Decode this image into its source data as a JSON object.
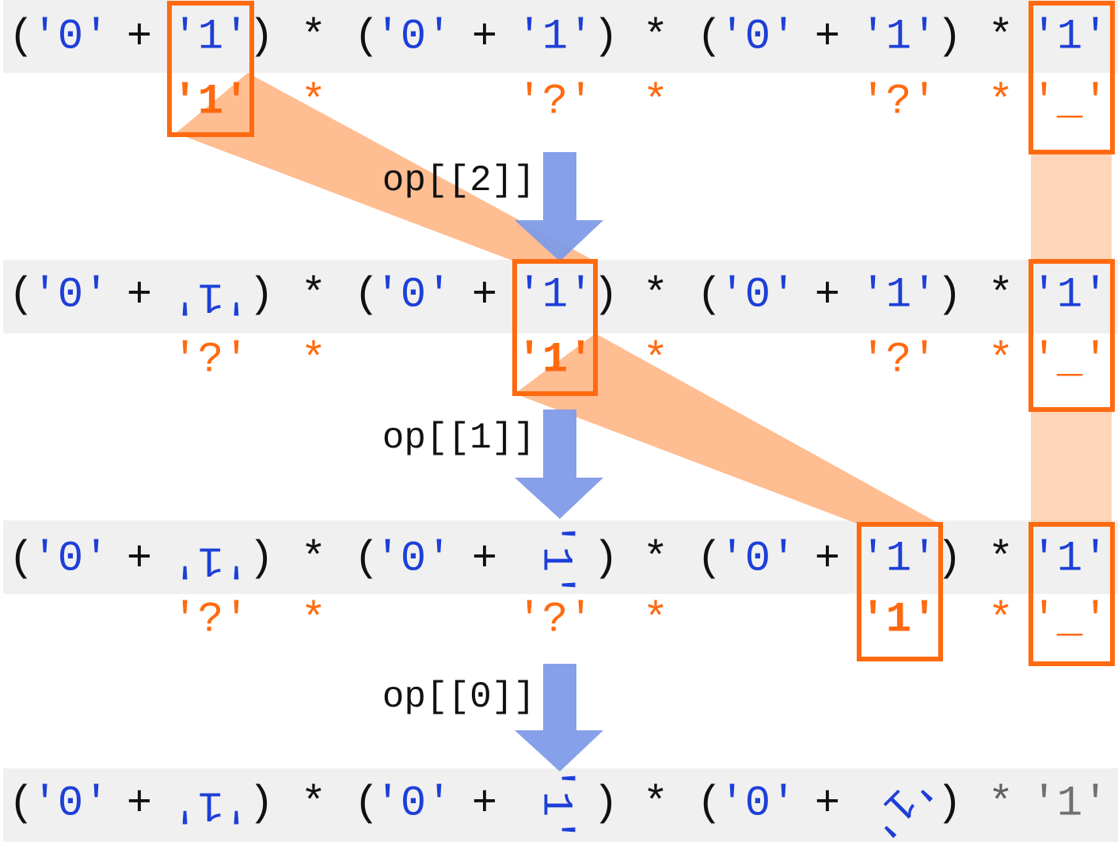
{
  "colors": {
    "row_band": "#f0f0f0",
    "text": "#111111",
    "string_literal": "#1d3fd8",
    "annotation": "#ff6a10",
    "highlight_box": "#ff6a10",
    "flow_band": "#ffb27f",
    "arrow": "#7f9be8",
    "final_star": "#606060",
    "final_last": "#707070"
  },
  "rows": [
    {
      "code": [
        {
          "t": "("
        },
        {
          "t": "'0'",
          "s": 1
        },
        {
          "t": "+"
        },
        {
          "t": "'1'",
          "s": 1
        },
        {
          "t": ")"
        },
        {
          "t": "*"
        },
        {
          "t": "("
        },
        {
          "t": "'0'",
          "s": 1
        },
        {
          "t": "+"
        },
        {
          "t": "'1'",
          "s": 1
        },
        {
          "t": ")"
        },
        {
          "t": "*"
        },
        {
          "t": "("
        },
        {
          "t": "'0'",
          "s": 1
        },
        {
          "t": "+"
        },
        {
          "t": "'1'",
          "s": 1
        },
        {
          "t": ")"
        },
        {
          "t": "*"
        },
        {
          "t": "'1'",
          "s": 1
        }
      ],
      "annotations": [
        "'1'",
        "*",
        "'?'",
        "*",
        "'?'",
        "*",
        "'_'"
      ]
    },
    {
      "code": [
        {
          "t": "("
        },
        {
          "t": "'0'",
          "s": 1
        },
        {
          "t": "+"
        },
        {
          "t": "'1'",
          "s": 1,
          "rot": 180
        },
        {
          "t": ")"
        },
        {
          "t": "*"
        },
        {
          "t": "("
        },
        {
          "t": "'0'",
          "s": 1
        },
        {
          "t": "+"
        },
        {
          "t": "'1'",
          "s": 1
        },
        {
          "t": ")"
        },
        {
          "t": "*"
        },
        {
          "t": "("
        },
        {
          "t": "'0'",
          "s": 1
        },
        {
          "t": "+"
        },
        {
          "t": "'1'",
          "s": 1
        },
        {
          "t": ")"
        },
        {
          "t": "*"
        },
        {
          "t": "'1'",
          "s": 1
        }
      ],
      "annotations": [
        "'?'",
        "*",
        "'1'",
        "*",
        "'?'",
        "*",
        "'_'"
      ]
    },
    {
      "code": [
        {
          "t": "("
        },
        {
          "t": "'0'",
          "s": 1
        },
        {
          "t": "+"
        },
        {
          "t": "'1'",
          "s": 1,
          "rot": 180
        },
        {
          "t": ")"
        },
        {
          "t": "*"
        },
        {
          "t": "("
        },
        {
          "t": "'0'",
          "s": 1
        },
        {
          "t": "+"
        },
        {
          "t": "'1'",
          "s": 1,
          "rot": 90
        },
        {
          "t": ")"
        },
        {
          "t": "*"
        },
        {
          "t": "("
        },
        {
          "t": "'0'",
          "s": 1
        },
        {
          "t": "+"
        },
        {
          "t": "'1'",
          "s": 1
        },
        {
          "t": ")"
        },
        {
          "t": "*"
        },
        {
          "t": "'1'",
          "s": 1
        }
      ],
      "annotations": [
        "'?'",
        "*",
        "'?'",
        "*",
        "'1'",
        "*",
        "'_'"
      ]
    },
    {
      "code": [
        {
          "t": "("
        },
        {
          "t": "'0'",
          "s": 1
        },
        {
          "t": "+"
        },
        {
          "t": "'1'",
          "s": 1,
          "rot": 180
        },
        {
          "t": ")"
        },
        {
          "t": "*"
        },
        {
          "t": "("
        },
        {
          "t": "'0'",
          "s": 1
        },
        {
          "t": "+"
        },
        {
          "t": "'1'",
          "s": 1,
          "rot": 90
        },
        {
          "t": ")"
        },
        {
          "t": "*"
        },
        {
          "t": "("
        },
        {
          "t": "'0'",
          "s": 1
        },
        {
          "t": "+"
        },
        {
          "t": "'1'",
          "s": 1,
          "rot": 135
        },
        {
          "t": ")"
        },
        {
          "t": "*",
          "final": 1
        },
        {
          "t": "'1'",
          "final": 1
        }
      ],
      "annotations": []
    }
  ],
  "operations": [
    "op[[2]]",
    "op[[1]]",
    "op[[0]]"
  ]
}
